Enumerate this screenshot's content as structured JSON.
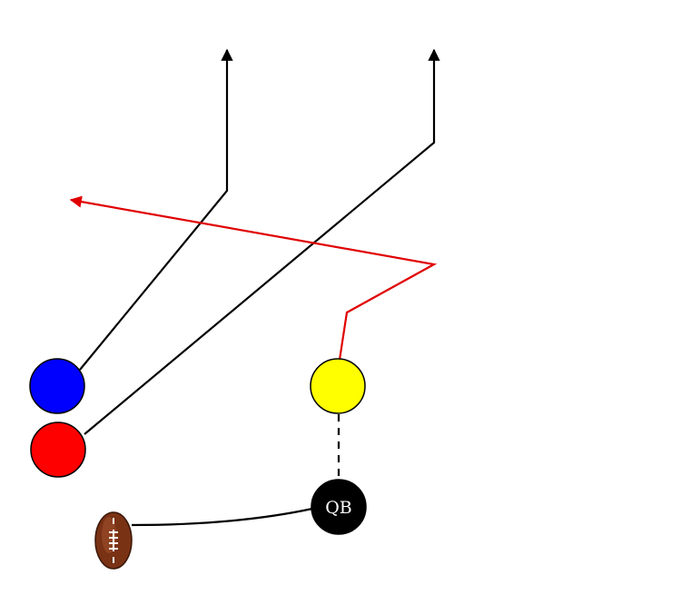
{
  "colors": {
    "background": "#ffffff",
    "route_black": "#000000",
    "route_red": "#e00000",
    "player_blue": "#0000ff",
    "player_red": "#ff0000",
    "player_yellow": "#ffff00",
    "player_qb": "#000000",
    "qb_text": "#ffffff",
    "football_brown": "#8b3a1a",
    "football_laces": "#ffffff"
  },
  "players": {
    "blue_receiver": {
      "color": "#0000ff",
      "route": "fade-right-go"
    },
    "red_receiver": {
      "color": "#ff0000",
      "route": "post-go"
    },
    "yellow_receiver": {
      "color": "#ffff00",
      "route": "corner-dig"
    },
    "quarterback": {
      "color": "#000000",
      "label": "QB"
    }
  },
  "icons": {
    "football": "football-icon",
    "arrowhead": "arrowhead-icon"
  }
}
